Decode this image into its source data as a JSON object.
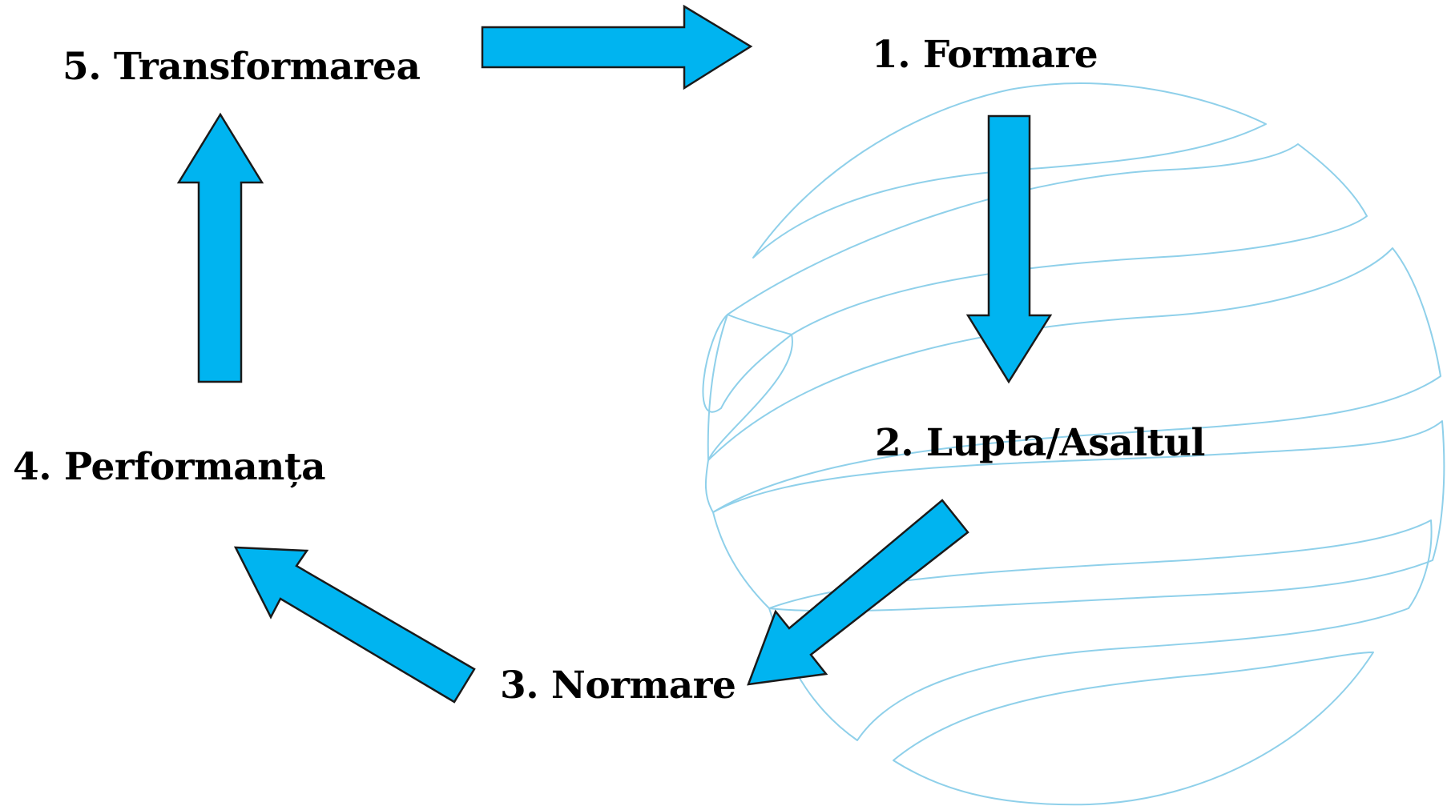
{
  "stages": [
    {
      "label": "1. Formare"
    },
    {
      "label": "2. Lupta/Asaltul"
    },
    {
      "label": "3. Normare"
    },
    {
      "label": "4. Performanța"
    },
    {
      "label": "5. Transformarea"
    }
  ],
  "colors": {
    "arrow_fill": "#00b4f0",
    "arrow_stroke": "#1a1a1a",
    "globe_line": "#8fd0ea",
    "text": "#000000"
  },
  "icons": {
    "background": "globe-stripes-icon",
    "connector": "block-arrow-icon"
  }
}
